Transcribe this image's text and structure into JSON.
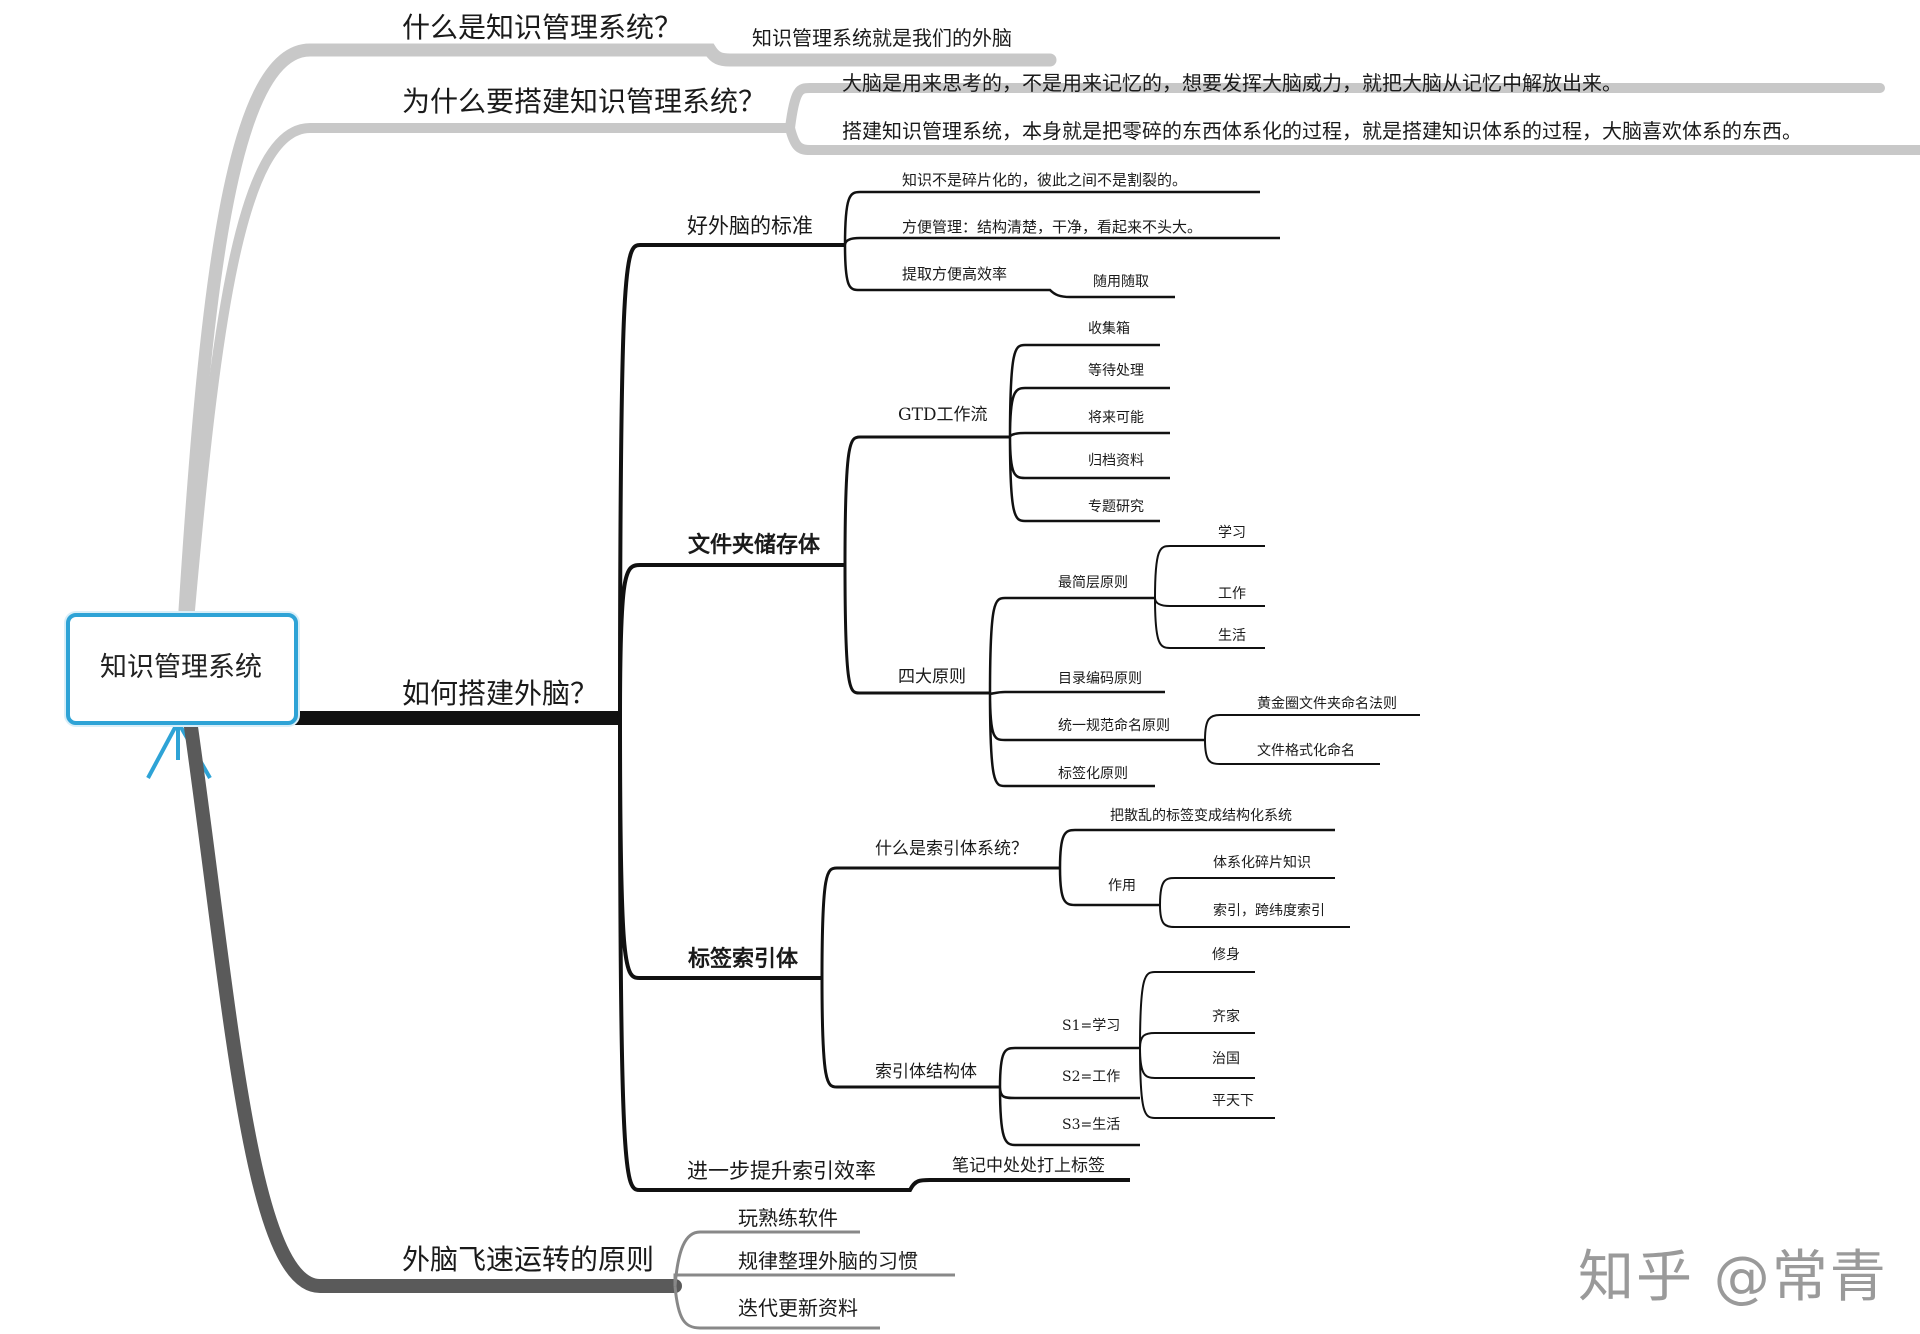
{
  "root": "知识管理系统",
  "branches": {
    "what": {
      "title": "什么是知识管理系统？",
      "children": [
        "知识管理系统就是我们的外脑"
      ]
    },
    "why": {
      "title": "为什么要搭建知识管理系统？",
      "children": [
        "大脑是用来思考的，不是用来记忆的，想要发挥大脑威力，就把大脑从记忆中解放出来。",
        "搭建知识管理系统，本身就是把零碎的东西体系化的过程，就是搭建知识体系的过程，大脑喜欢体系的东西。"
      ]
    },
    "how": {
      "title": "如何搭建外脑？",
      "good": {
        "title": "好外脑的标准",
        "children": [
          "知识不是碎片化的，彼此之间不是割裂的。",
          "方便管理：结构清楚，干净，看起来不头大。",
          "提取方便高效率"
        ],
        "extract_child": "随用随取"
      },
      "folder": {
        "title": "文件夹储存体",
        "gtd": {
          "title": "GTD工作流",
          "children": [
            "收集箱",
            "等待处理",
            "将来可能",
            "归档资料",
            "专题研究"
          ]
        },
        "four": {
          "title": "四大原则",
          "simplest": {
            "title": "最简层原则",
            "children": [
              "学习",
              "工作",
              "生活"
            ]
          },
          "catalog": "目录编码原则",
          "naming": {
            "title": "统一规范命名原则",
            "children": [
              "黄金圈文件夹命名法则",
              "文件格式化命名"
            ]
          },
          "tag": "标签化原则"
        }
      },
      "tagindex": {
        "title": "标签索引体",
        "what": {
          "title": "什么是索引体系统？",
          "child": "把散乱的标签变成结构化系统",
          "use": {
            "title": "作用",
            "children": [
              "体系化碎片知识",
              "索引，跨纬度索引"
            ]
          }
        },
        "structure": {
          "title": "索引体结构体",
          "s": [
            "S1=学习",
            "S2=工作",
            "S3=生活"
          ],
          "children": [
            "修身",
            "齐家",
            "治国",
            "平天下"
          ]
        }
      },
      "further": {
        "title": "进一步提升索引效率",
        "child": "笔记中处处打上标签"
      }
    },
    "fast": {
      "title": "外脑飞速运转的原则",
      "children": [
        "玩熟练软件",
        "规律整理外脑的习惯",
        "迭代更新资料"
      ]
    }
  },
  "watermark": "知乎 @常青",
  "colors": {
    "accent": "#2ea3d6",
    "branch_light": "#c8c8c8",
    "branch_dark": "#555555",
    "line": "#111111"
  }
}
